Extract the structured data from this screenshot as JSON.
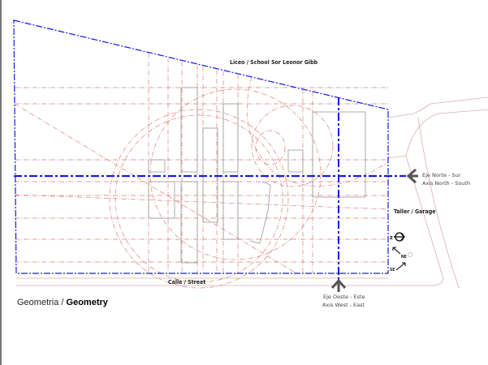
{
  "labels": {
    "school": "Liceo / School Sor Leonor Gibb",
    "street": "Calle / Street",
    "garage": "Taller / Garage",
    "axis_ns_es": "Eje Norte - Sur",
    "axis_ns_en": "Axis North - South",
    "axis_we_es": "Eje Oeste - Este",
    "axis_we_en": "Axis West - East",
    "north_mark": "z",
    "ne": "NE",
    "se": "SE"
  },
  "caption": {
    "es": "Geometria / ",
    "en": "Geometry"
  },
  "colors": {
    "axis": "#1a1ae0",
    "guide": "#d98080",
    "volume": "#999999"
  }
}
